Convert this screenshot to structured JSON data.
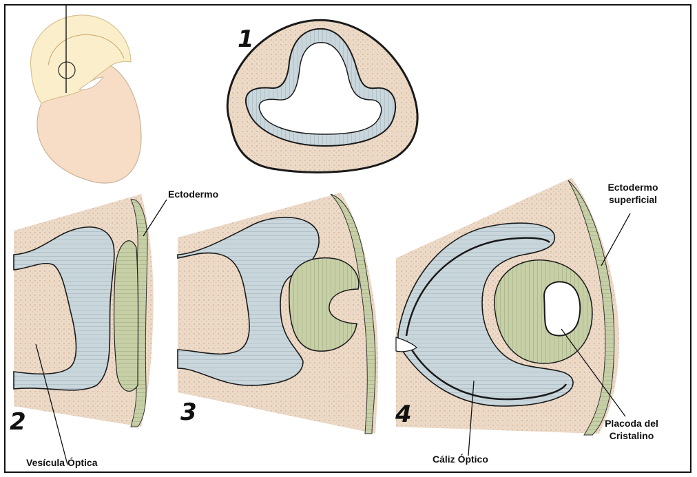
{
  "stages": [
    "1",
    "2",
    "3",
    "4"
  ],
  "labels": {
    "ectodermo": "Ectodermo",
    "ectodermo_superficial_line1": "Ectodermo",
    "ectodermo_superficial_line2": "superficial",
    "vesicula_optica": "Vesícula Óptica",
    "caliz_optico": "Cáliz Óptico",
    "placoda_line1": "Placoda del",
    "placoda_line2": "Cristalino"
  },
  "colors": {
    "mesenchyme": "#ecd9c6",
    "neural": "#c9d7dc",
    "lens": "#c6cfa6",
    "embryo_head": "#fbeeca",
    "embryo_body": "#f7dcc6",
    "outline": "#1a1a1a"
  }
}
